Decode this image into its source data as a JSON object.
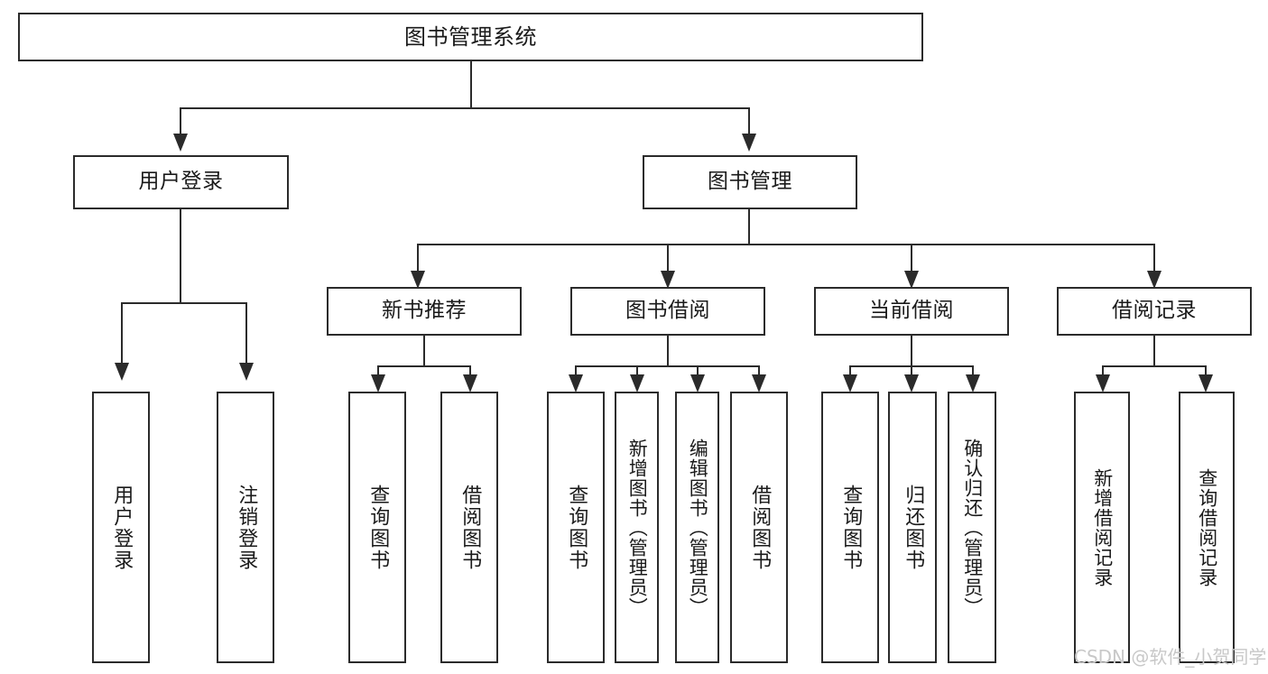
{
  "diagram": {
    "type": "tree",
    "title": "图书管理系统",
    "root": {
      "label": "图书管理系统"
    },
    "level2": [
      {
        "label": "用户登录"
      },
      {
        "label": "图书管理"
      }
    ],
    "level3": [
      {
        "label": "新书推荐"
      },
      {
        "label": "图书借阅"
      },
      {
        "label": "当前借阅"
      },
      {
        "label": "借阅记录"
      }
    ],
    "leaves": {
      "user_login": [
        {
          "label": "用户登录"
        },
        {
          "label": "注销登录"
        }
      ],
      "new_book_recommend": [
        {
          "label": "查询图书"
        },
        {
          "label": "借阅图书"
        }
      ],
      "book_borrow": [
        {
          "label": "查询图书"
        },
        {
          "label": "新增图书（管理员）"
        },
        {
          "label": "编辑图书（管理员）"
        },
        {
          "label": "借阅图书"
        }
      ],
      "current_borrow": [
        {
          "label": "查询图书"
        },
        {
          "label": "归还图书"
        },
        {
          "label": "确认归还（管理员）"
        }
      ],
      "borrow_records": [
        {
          "label": "新增借阅记录"
        },
        {
          "label": "查询借阅记录"
        }
      ]
    }
  },
  "watermark": {
    "text": "CSDN @软件_小贺同学"
  },
  "colors": {
    "stroke": "#2b2b2b",
    "fill": "#ffffff",
    "text": "#1a1a1a",
    "watermark": "#c8c8c8"
  }
}
